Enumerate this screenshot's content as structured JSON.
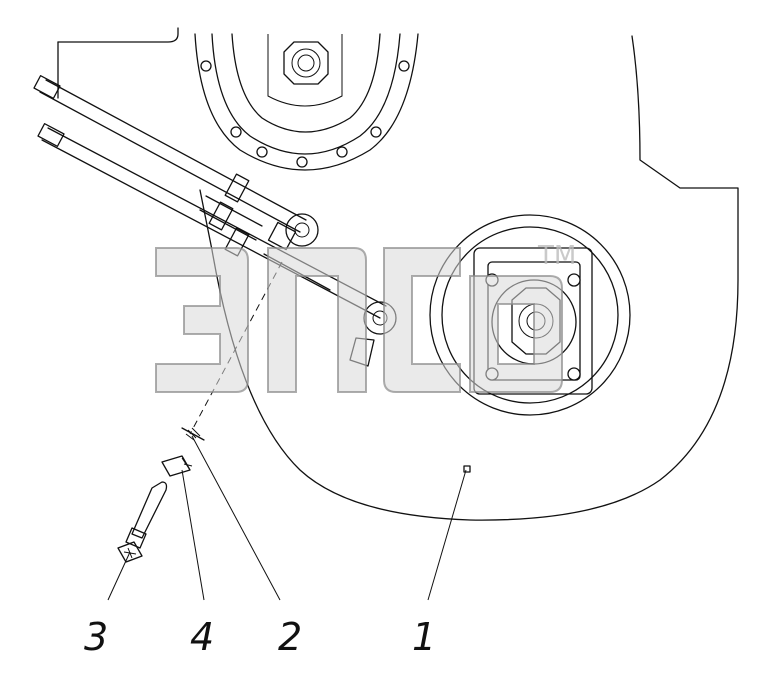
{
  "diagram": {
    "callouts": [
      {
        "number": "1"
      },
      {
        "number": "2"
      },
      {
        "number": "3"
      },
      {
        "number": "4"
      }
    ]
  },
  "watermark": {
    "trademark": "TM"
  }
}
